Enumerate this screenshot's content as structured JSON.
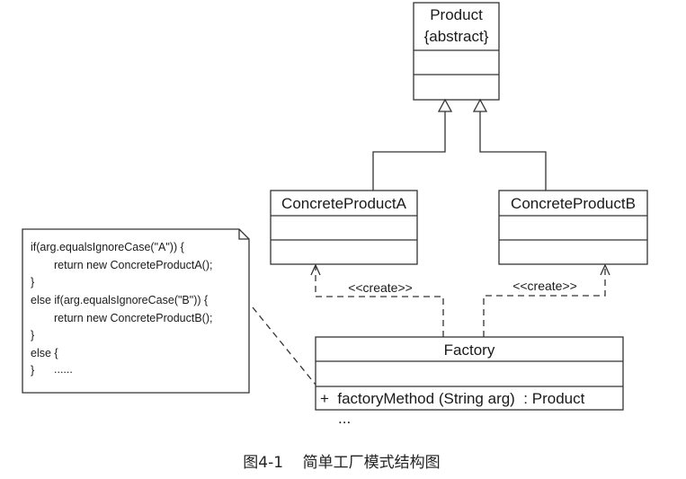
{
  "classes": {
    "product": {
      "name": "Product",
      "modifier": "{abstract}"
    },
    "concrete_a": {
      "name": "ConcreteProductA"
    },
    "concrete_b": {
      "name": "ConcreteProductB"
    },
    "factory": {
      "name": "Factory",
      "operation": "+  factoryMethod (String arg)  : Product",
      "ellipsis": "..."
    }
  },
  "relations": {
    "create_a": "<<create>>",
    "create_b": "<<create>>"
  },
  "note": {
    "lines": [
      "if(arg.equalsIgnoreCase(\"A\")) {",
      "return new ConcreteProductA();",
      "}",
      "else if(arg.equalsIgnoreCase(\"B\")) {",
      "return new ConcreteProductB();",
      "}",
      "else {",
      "......",
      "}"
    ]
  },
  "caption": "图4-1    简单工厂模式结构图"
}
